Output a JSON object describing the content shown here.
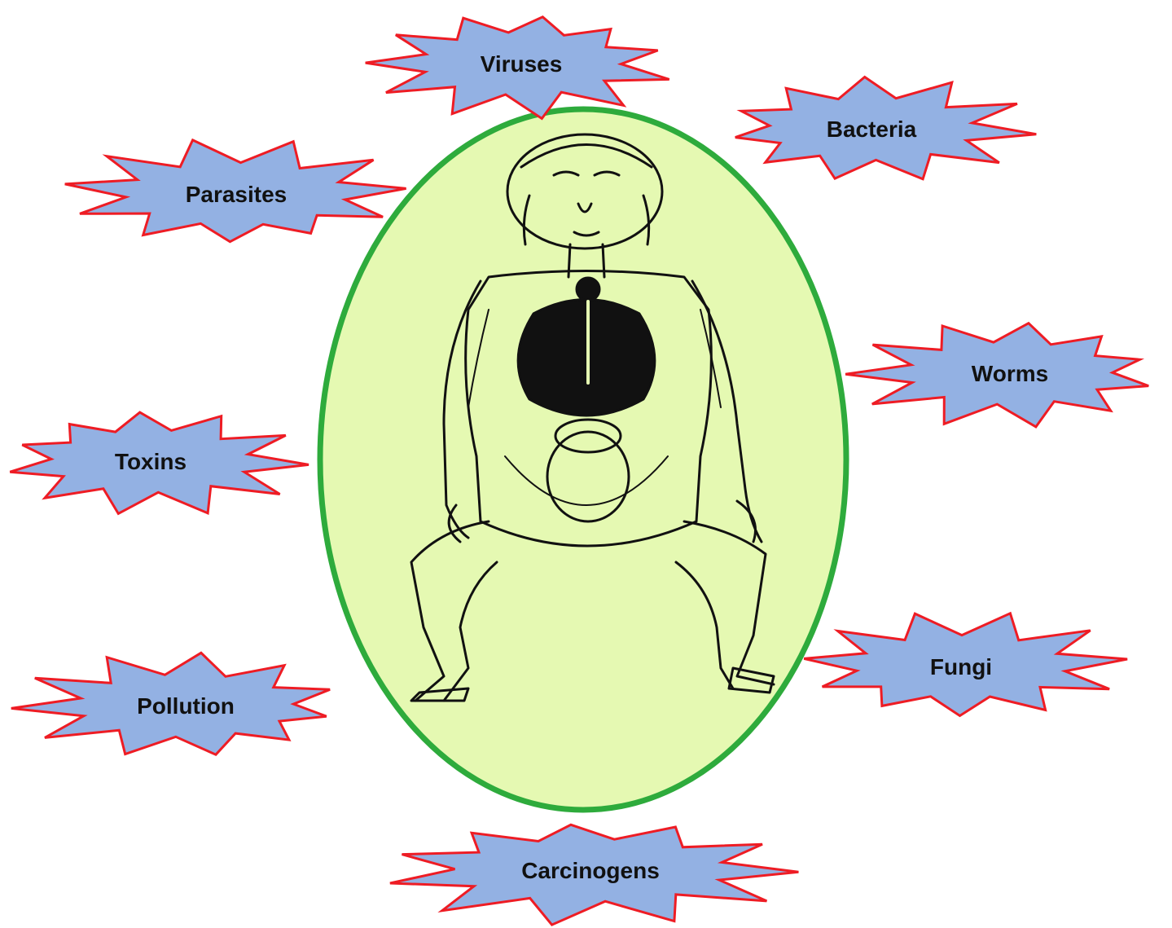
{
  "colors": {
    "background": "#ffffff",
    "shield_fill": "#e5f9b2",
    "shield_stroke": "#2eab3c",
    "burst_fill": "#93b1e3",
    "burst_stroke": "#ee1c24",
    "figure_ink": "#111111"
  },
  "figure": {
    "icon": "anatomical-human-figure-icon"
  },
  "threats": [
    {
      "id": "viruses",
      "label": "Viruses"
    },
    {
      "id": "bacteria",
      "label": "Bacteria"
    },
    {
      "id": "parasites",
      "label": "Parasites"
    },
    {
      "id": "worms",
      "label": "Worms"
    },
    {
      "id": "toxins",
      "label": "Toxins"
    },
    {
      "id": "fungi",
      "label": "Fungi"
    },
    {
      "id": "pollution",
      "label": "Pollution"
    },
    {
      "id": "carcinogens",
      "label": "Carcinogens"
    }
  ]
}
